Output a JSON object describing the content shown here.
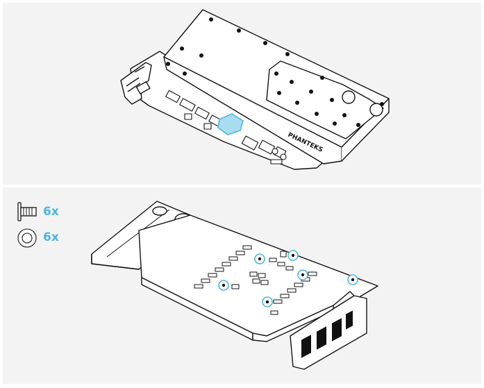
{
  "colors": {
    "accent": "#4db6e0",
    "line": "#111111",
    "panel_bg": "#f3f3f3",
    "highlight_fill": "#a9dcef"
  },
  "top_panel": {
    "brand_text": "PHANTEKS"
  },
  "parts_legend": {
    "items": [
      {
        "icon": "screw-icon",
        "quantity": "6x"
      },
      {
        "icon": "washer-icon",
        "quantity": "6x"
      }
    ]
  }
}
